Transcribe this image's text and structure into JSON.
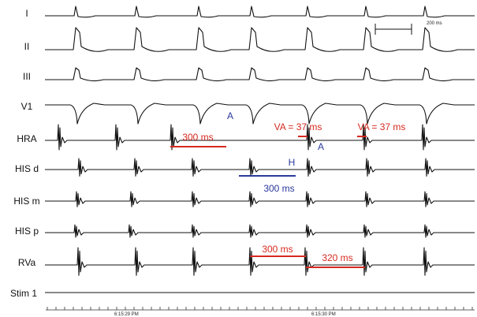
{
  "leads": [
    "I",
    "II",
    "III",
    "V1",
    "HRA",
    "HIS d",
    "HIS m",
    "HIS p",
    "RVa",
    "Stim 1"
  ],
  "scale_bar": {
    "label": "200 ms"
  },
  "timestamps": [
    "6:15:29 PM",
    "6:15:30 PM"
  ],
  "annotations": {
    "hra_interval": "300 ms",
    "his_interval": "300 ms",
    "rva_interval_1": "300 ms",
    "rva_interval_2": "320 ms",
    "va_1": "VA = 37 ms",
    "va_2": "VA = 37 ms",
    "atrial_label_1": "A",
    "atrial_label_2": "A",
    "his_label": "H"
  },
  "colors": {
    "red": "#d62a20",
    "blue": "#2b3a9c",
    "trace": "#111111"
  }
}
